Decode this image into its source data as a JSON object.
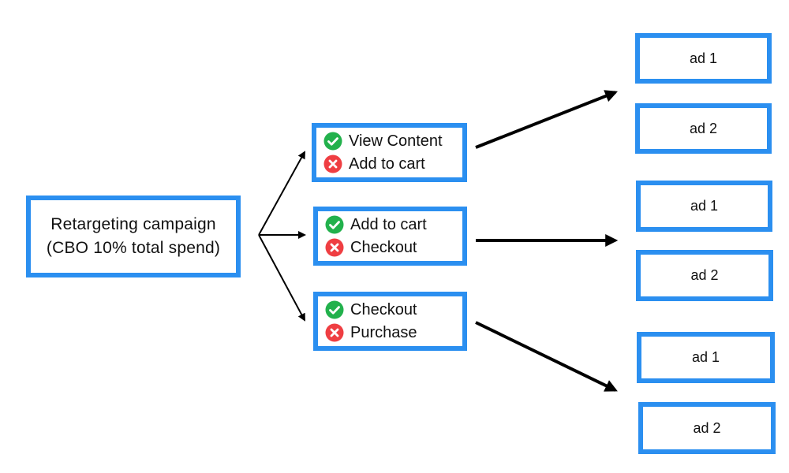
{
  "campaign": {
    "line1": "Retargeting campaign",
    "line2": "(CBO 10% total spend)"
  },
  "audiences": [
    {
      "include": "View Content",
      "exclude": "Add to cart"
    },
    {
      "include": "Add to cart",
      "exclude": "Checkout"
    },
    {
      "include": "Checkout",
      "exclude": "Purchase"
    }
  ],
  "ads": [
    "ad 1",
    "ad 2",
    "ad 1",
    "ad 2",
    "ad 1",
    "ad 2"
  ],
  "colors": {
    "box_border": "#2b8ff0",
    "include_icon": "#22b14c",
    "exclude_icon": "#ef3e42",
    "arrow": "#000000"
  },
  "icons": {
    "include": "check-circle-icon",
    "exclude": "x-circle-icon"
  }
}
